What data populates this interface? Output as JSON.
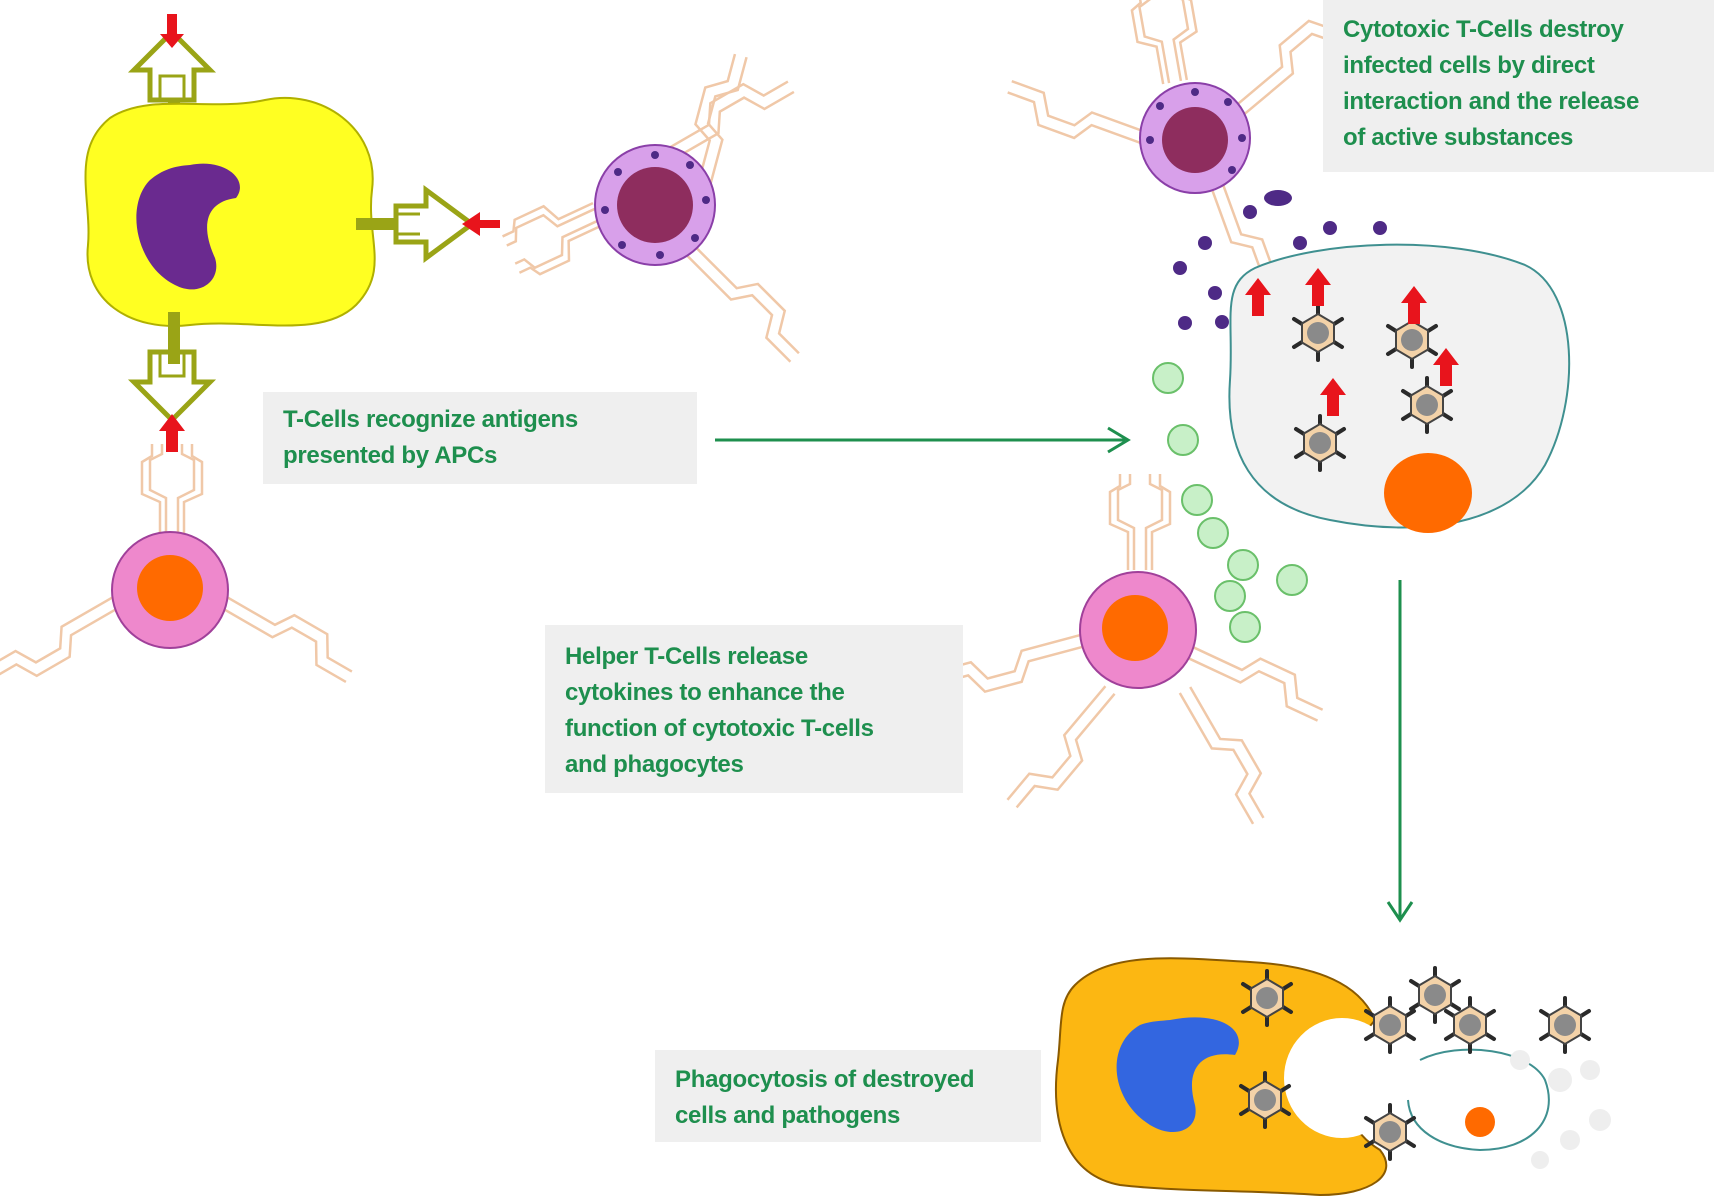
{
  "colors": {
    "caption_text": "#1e8f4e",
    "caption_bg": "#efefef",
    "arrow_green": "#1e8f4e",
    "apc_body": "#ffff22",
    "apc_nucleus": "#6a2a8f",
    "mhc_receptor": "#9aa416",
    "antigen_arrow": "#e8141c",
    "cytotoxic_cell": "#d8a0ea",
    "cytotoxic_nucleus": "#8e2d5e",
    "granule": "#4e2a86",
    "helper_cell": "#ee88cc",
    "helper_nucleus": "#ff6a00",
    "tcr_receptor": "#f0c8a8",
    "cytokine": "#c8f0c8",
    "infected_cell": "#f2f2f2",
    "virus": "#8a8a8a",
    "phagocyte_body": "#fcb712",
    "phagocyte_nucleus": "#3366e0"
  },
  "captions": {
    "recognize": [
      "T-Cells recognize antigens",
      "presented by APCs"
    ],
    "cytotoxic": [
      "Cytotoxic T-Cells destroy",
      "infected cells by direct",
      "interaction and the release",
      "of active substances"
    ],
    "helper": [
      "Helper T-Cells release",
      "cytokines to enhance the",
      "function of cytotoxic T-cells",
      "and phagocytes"
    ],
    "phagocytosis": [
      "Phagocytosis of destroyed",
      "cells and pathogens"
    ]
  },
  "icons": {
    "apc": "antigen-presenting-cell-icon",
    "cytotoxic_t_cell": "cytotoxic-t-cell-icon",
    "helper_t_cell": "helper-t-cell-icon",
    "infected_cell": "infected-cell-icon",
    "virus": "virus-icon",
    "phagocyte": "phagocyte-icon",
    "cytokine": "cytokine-icon",
    "granule": "granule-icon",
    "antigen": "antigen-arrow-icon"
  }
}
